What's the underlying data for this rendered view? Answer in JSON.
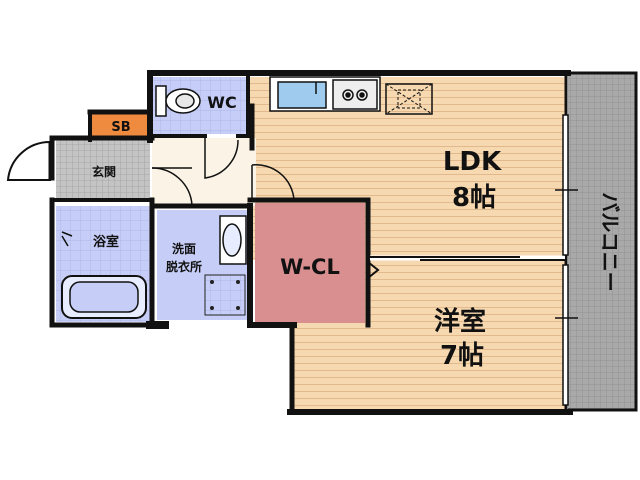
{
  "rooms": {
    "ldk": {
      "name": "LDK",
      "size": "8帖"
    },
    "western": {
      "name": "洋室",
      "size": "7帖"
    },
    "wcl": {
      "name": "W-CL"
    },
    "wc": {
      "name": "WC"
    },
    "sb": {
      "name": "SB"
    },
    "entrance": {
      "name": "玄関"
    },
    "bath": {
      "name": "浴室"
    },
    "washroom": {
      "line1": "洗面",
      "line2": "脱衣所"
    },
    "balcony": {
      "name": "バルコニー"
    }
  },
  "colors": {
    "wall": "#111111",
    "wood_floor": "#f6d9b0",
    "wood_grain": "#e2b98c",
    "wet_area": "#c6cdf6",
    "wet_grid": "#a7b0e6",
    "closet": "#d98f8f",
    "sb": "#ef8b3f",
    "entrance": "#c4c4c4",
    "balcony": "#a9a9a9",
    "light_floor": "#fbf3e6"
  }
}
